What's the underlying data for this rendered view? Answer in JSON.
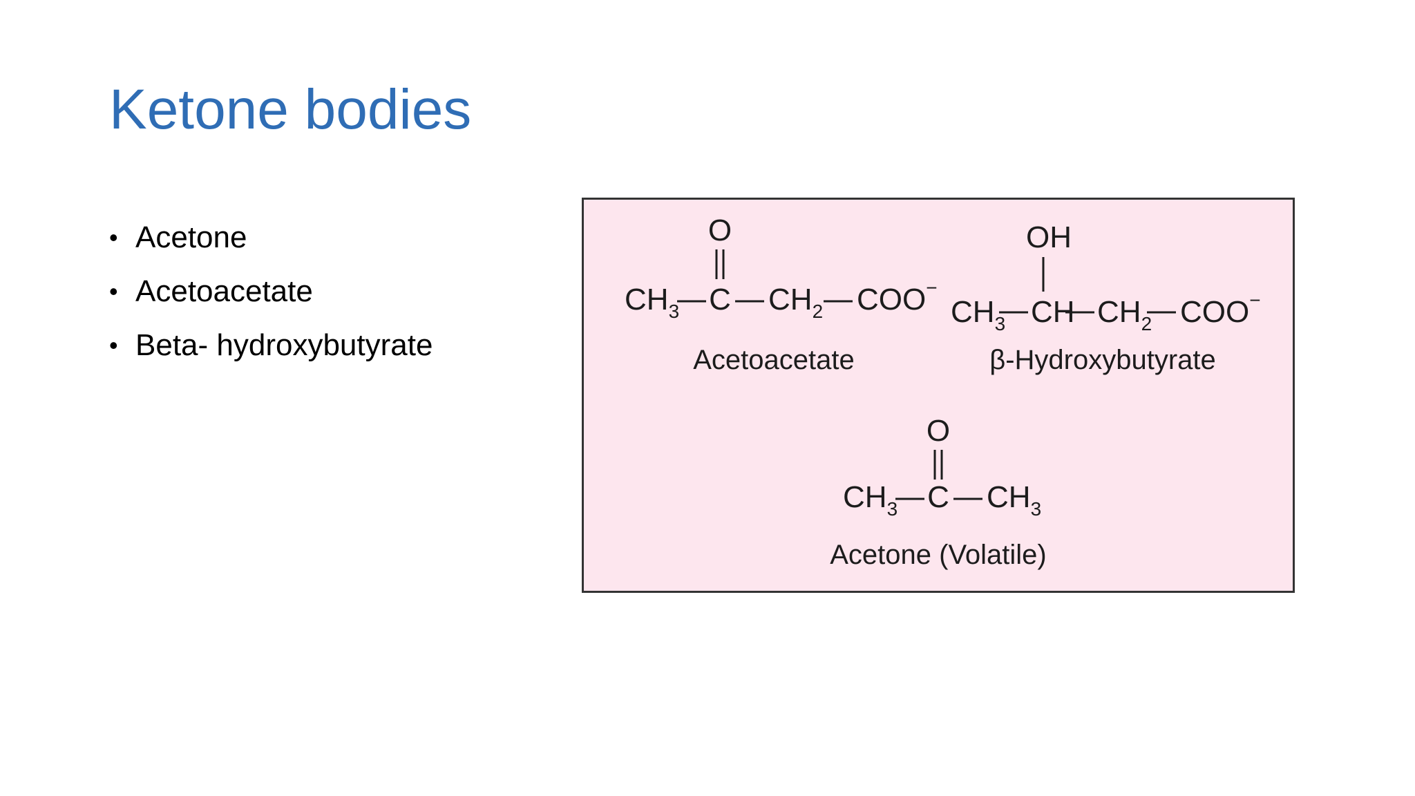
{
  "slide": {
    "title": "Ketone bodies",
    "bullets": [
      "Acetone",
      "Acetoacetate",
      "Beta- hydroxybutyrate"
    ],
    "bullet_glyph": "•"
  },
  "figure": {
    "background_color": "#fde6ee",
    "border_color": "#333333",
    "acetoacetate": {
      "o": "O",
      "ch3": "CH",
      "ch3_sub": "3",
      "c": "C",
      "ch2": "CH",
      "ch2_sub": "2",
      "coo": "COO",
      "charge": "−",
      "label": "Acetoacetate"
    },
    "hydroxybutyrate": {
      "oh": "OH",
      "ch3": "CH",
      "ch3_sub": "3",
      "ch": "CH",
      "ch2": "CH",
      "ch2_sub": "2",
      "coo": "COO",
      "charge": "−",
      "label": "β-Hydroxybutyrate"
    },
    "acetone": {
      "o": "O",
      "ch3_left": "CH",
      "ch3_left_sub": "3",
      "c": "C",
      "ch3_right": "CH",
      "ch3_right_sub": "3",
      "label": "Acetone (Volatile)"
    }
  }
}
